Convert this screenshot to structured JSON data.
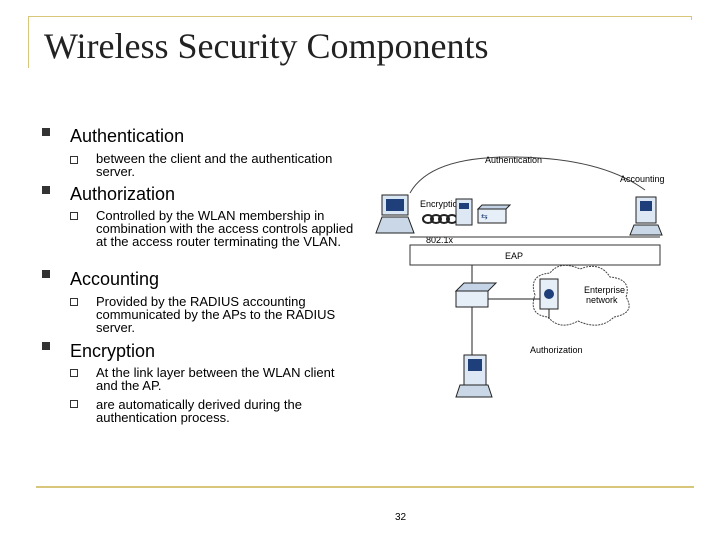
{
  "slide": {
    "title": "Wireless Security Components",
    "page_number": "32"
  },
  "items": [
    {
      "heading": "Authentication",
      "sub": [
        "between the client and the authentication server."
      ]
    },
    {
      "heading": "Authorization",
      "sub": [
        "Controlled by the WLAN membership in combination with the access controls applied at the access router terminating the VLAN."
      ]
    },
    {
      "heading": "Accounting",
      "sub": [
        "Provided by the RADIUS accounting communicated by the APs to the RADIUS server."
      ]
    },
    {
      "heading": "Encryption",
      "sub": [
        "At the link layer between the WLAN client and the AP.",
        "are automatically derived during the authentication process."
      ]
    }
  ],
  "diagram": {
    "authentication": "Authentication",
    "accounting": "Accounting",
    "encryption": "Encryption",
    "dot1x": "802.1x",
    "eap": "EAP",
    "enterprise": "Enterprise",
    "network": "network",
    "authorization": "Authorization"
  }
}
